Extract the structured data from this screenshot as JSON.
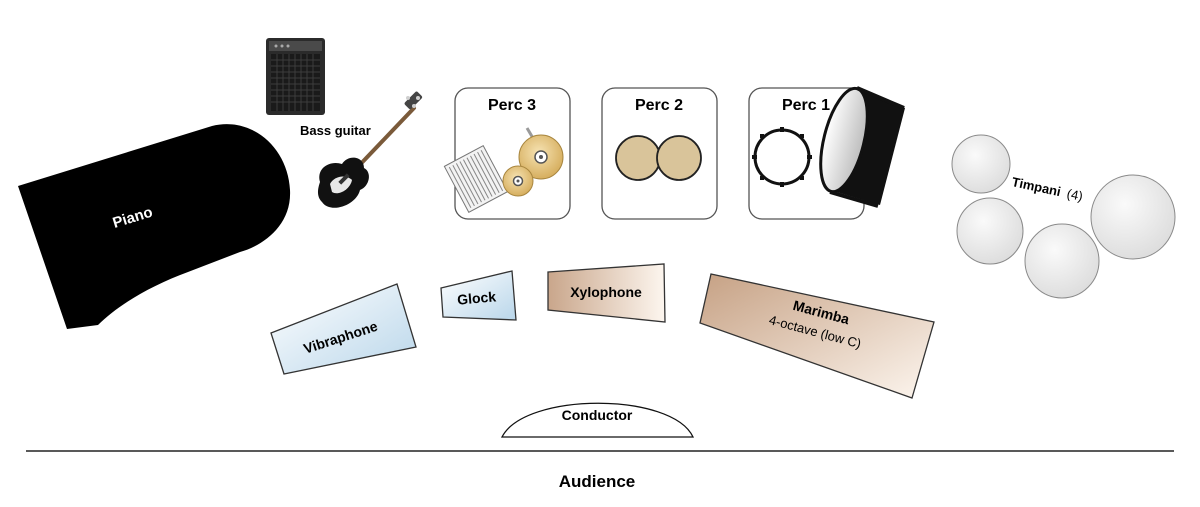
{
  "labels": {
    "piano": "Piano",
    "bass_guitar": "Bass guitar",
    "perc3": "Perc 3",
    "perc2": "Perc 2",
    "perc1": "Perc 1",
    "timpani": "Timpani",
    "timpani_count": "(4)",
    "vibraphone": "Vibraphone",
    "glock": "Glock",
    "xylophone": "Xylophone",
    "marimba": "Marimba",
    "marimba_detail": "4-octave (low C)",
    "conductor": "Conductor",
    "audience": "Audience"
  },
  "colors": {
    "piano": "#000000",
    "mallet_blue_light": "#ffffff",
    "mallet_blue_dark": "#b9d6ea",
    "mallet_brown_light": "#fdf6ef",
    "mallet_brown_dark": "#c6a184",
    "cymbal_gold": "#e3c585",
    "drum_tan": "#d9c49a",
    "timpani_fill": "#ececec",
    "box_stroke": "#555555"
  },
  "icons": {
    "amplifier": "bass-amplifier-icon",
    "bass_guitar": "bass-guitar-icon",
    "cymbals": "cymbals-icon",
    "chimes": "chimes-icon",
    "bongos": "bongos-icon",
    "snare": "snare-drum-icon",
    "bass_drum": "bass-drum-icon"
  }
}
